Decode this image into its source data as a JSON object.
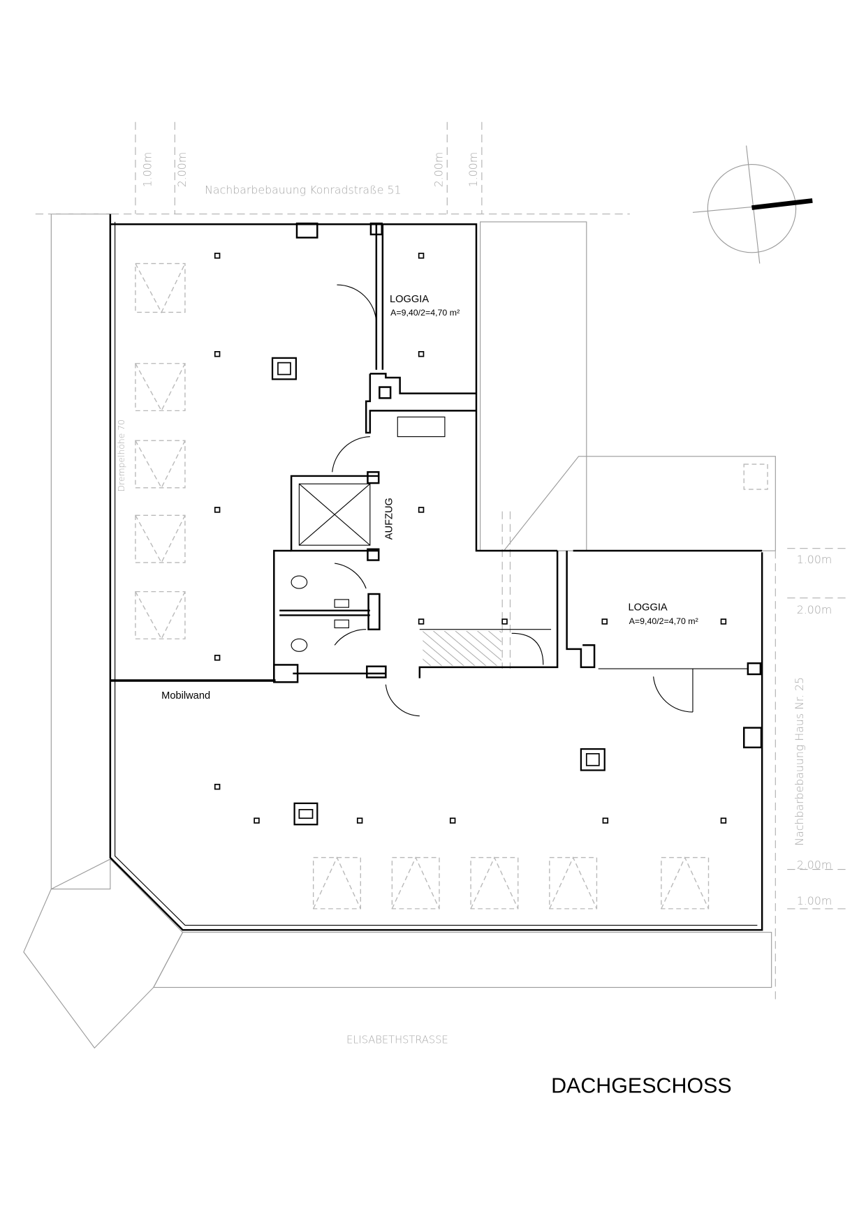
{
  "title": "DACHGESCHOSS",
  "neighbors": {
    "top": "Nachbarbebauung Konradstraße 51",
    "right": "Nachbarbebauung Haus Nr. 25",
    "street": "ELISABETHSTRASSE"
  },
  "distances": {
    "top_left_outer": "1.00m",
    "top_left_inner": "2.00m",
    "top_right_inner": "2.00m",
    "top_right_outer": "1.00m",
    "right_top_outer": "1.00m",
    "right_top_inner": "2.00m",
    "right_bottom_inner": "2.00m",
    "right_bottom_outer": "1.00m"
  },
  "rooms": {
    "loggia_top": {
      "name": "LOGGIA",
      "area": "A=9,40/2=4,70 m²"
    },
    "loggia_right": {
      "name": "LOGGIA",
      "area": "A=9,40/2=4,70 m²"
    },
    "elevator": "AUFZUG",
    "mobile_wall": "Mobilwand",
    "knee_wall": "Drempelhöhe 70"
  },
  "colors": {
    "wall": "#000000",
    "annotation": "#a8a8a8",
    "roof_hatch": "#9a9a9a"
  }
}
